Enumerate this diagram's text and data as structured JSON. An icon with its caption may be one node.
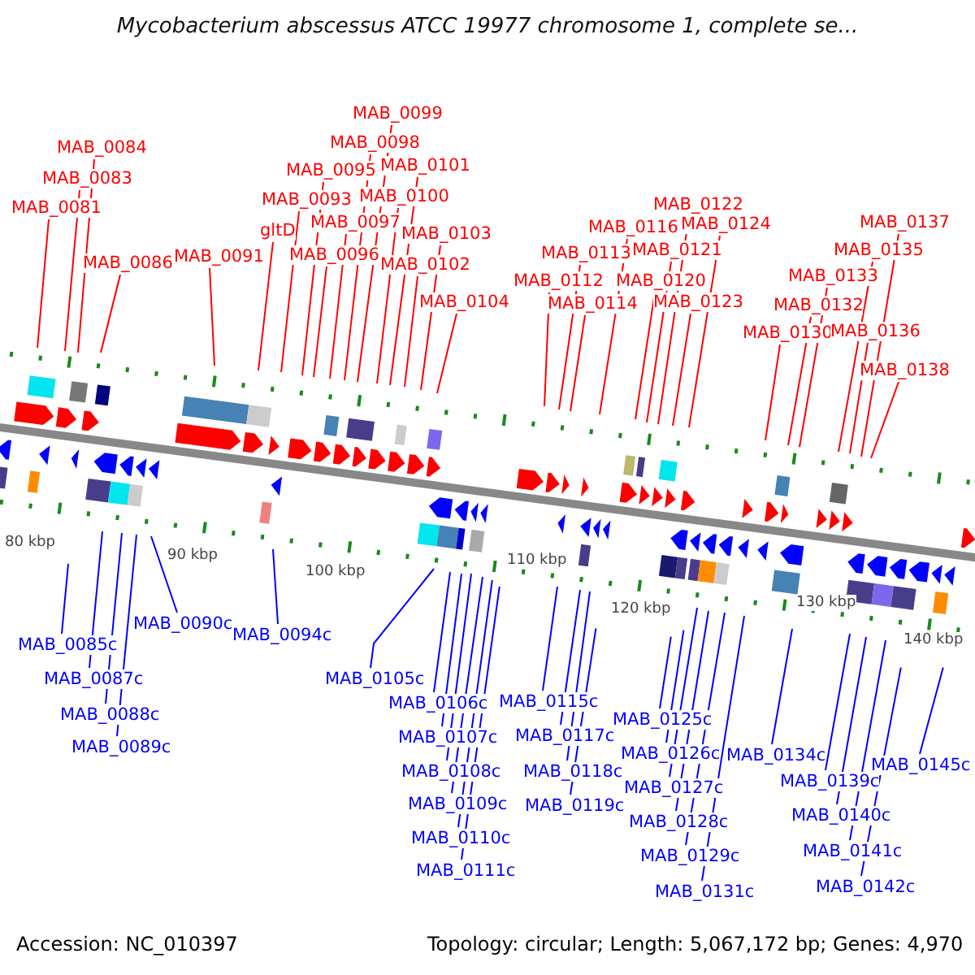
{
  "diagram": {
    "title": "Mycobacterium abscessus ATCC 19977 chromosome 1, complete se...",
    "nodes": [
      {
        "text": [
          "MAB_0081"
        ]
      },
      {
        "text": [
          "MAB_0083"
        ]
      },
      {
        "text": [
          "MAB_0084"
        ]
      },
      {
        "text": [
          "MAB_0086"
        ]
      },
      {
        "text": [
          "MAB_0091"
        ]
      },
      {
        "text": [
          "gltD"
        ]
      },
      {
        "text": [
          "MAB_0093"
        ]
      },
      {
        "text": [
          "MAB_0095"
        ]
      },
      {
        "text": [
          "MAB_0096"
        ]
      },
      {
        "text": [
          "MAB_0097"
        ]
      },
      {
        "text": [
          "MAB_0098"
        ]
      },
      {
        "text": [
          "MAB_0099"
        ]
      },
      {
        "text": [
          "MAB_0100"
        ]
      },
      {
        "text": [
          "MAB_0101"
        ]
      },
      {
        "text": [
          "MAB_0102"
        ]
      },
      {
        "text": [
          "MAB_0103"
        ]
      },
      {
        "text": [
          "MAB_0104"
        ]
      },
      {
        "text": [
          "MAB_0112"
        ]
      },
      {
        "text": [
          "MAB_0113"
        ]
      },
      {
        "text": [
          "MAB_0114"
        ]
      },
      {
        "text": [
          "MAB_0116"
        ]
      },
      {
        "text": [
          "MAB_0120"
        ]
      },
      {
        "text": [
          "MAB_0121"
        ]
      },
      {
        "text": [
          "MAB_0122"
        ]
      },
      {
        "text": [
          "MAB_0123"
        ]
      },
      {
        "text": [
          "MAB_0124"
        ]
      },
      {
        "text": [
          "MAB_0130"
        ]
      },
      {
        "text": [
          "MAB_0132"
        ]
      },
      {
        "text": [
          "MAB_0133"
        ]
      },
      {
        "text": [
          "MAB_0135"
        ]
      },
      {
        "text": [
          "MAB_0136"
        ]
      },
      {
        "text": [
          "MAB_0137"
        ]
      },
      {
        "text": [
          "MAB_0138"
        ]
      },
      {
        "text": [
          "MAB_0085c"
        ]
      },
      {
        "text": [
          "MAB_0087c"
        ]
      },
      {
        "text": [
          "MAB_0088c"
        ]
      },
      {
        "text": [
          "MAB_0089c"
        ]
      },
      {
        "text": [
          "MAB_0090c"
        ]
      },
      {
        "text": [
          "MAB_0094c"
        ]
      },
      {
        "text": [
          "MAB_0105c"
        ]
      },
      {
        "text": [
          "MAB_0106c"
        ]
      },
      {
        "text": [
          "MAB_0107c"
        ]
      },
      {
        "text": [
          "MAB_0108c"
        ]
      },
      {
        "text": [
          "MAB_0109c"
        ]
      },
      {
        "text": [
          "MAB_0110c"
        ]
      },
      {
        "text": [
          "MAB_0111c"
        ]
      },
      {
        "text": [
          "MAB_0115c"
        ]
      },
      {
        "text": [
          "MAB_0117c"
        ]
      },
      {
        "text": [
          "MAB_0118c"
        ]
      },
      {
        "text": [
          "MAB_0119c"
        ]
      },
      {
        "text": [
          "MAB_0125c"
        ]
      },
      {
        "text": [
          "MAB_0126c"
        ]
      },
      {
        "text": [
          "MAB_0127c"
        ]
      },
      {
        "text": [
          "MAB_0128c"
        ]
      },
      {
        "text": [
          "MAB_0129c"
        ]
      },
      {
        "text": [
          "MAB_0131c"
        ]
      },
      {
        "text": [
          "MAB_0134c"
        ]
      },
      {
        "text": [
          "MAB_0139c"
        ]
      },
      {
        "text": [
          "MAB_0140c"
        ]
      },
      {
        "text": [
          "MAB_0141c"
        ]
      },
      {
        "text": [
          "MAB_0142c"
        ]
      },
      {
        "text": [
          "MAB_0145c"
        ]
      }
    ],
    "edges": [
      {
        "from": 0,
        "to": null,
        "arrow": "none"
      },
      {
        "from": 1,
        "to": null,
        "arrow": "none"
      },
      {
        "from": 2,
        "to": null,
        "arrow": "none"
      },
      {
        "from": 3,
        "to": null,
        "arrow": "none"
      },
      {
        "from": 4,
        "to": null,
        "arrow": "none"
      },
      {
        "from": 5,
        "to": null,
        "arrow": "none"
      },
      {
        "from": 6,
        "to": null,
        "arrow": "none"
      },
      {
        "from": 7,
        "to": null,
        "arrow": "none"
      },
      {
        "from": 8,
        "to": null,
        "arrow": "none"
      },
      {
        "from": 9,
        "to": null,
        "arrow": "none"
      },
      {
        "from": 10,
        "to": null,
        "arrow": "none"
      },
      {
        "from": 11,
        "to": null,
        "arrow": "none"
      },
      {
        "from": 12,
        "to": null,
        "arrow": "none"
      },
      {
        "from": 13,
        "to": null,
        "arrow": "none"
      },
      {
        "from": 14,
        "to": null,
        "arrow": "none"
      },
      {
        "from": 15,
        "to": null,
        "arrow": "none"
      },
      {
        "from": 16,
        "to": null,
        "arrow": "none"
      },
      {
        "from": 17,
        "to": null,
        "arrow": "none"
      },
      {
        "from": 18,
        "to": null,
        "arrow": "none"
      },
      {
        "from": 19,
        "to": null,
        "arrow": "none"
      },
      {
        "from": 20,
        "to": null,
        "arrow": "none"
      },
      {
        "from": 21,
        "to": null,
        "arrow": "none"
      },
      {
        "from": 22,
        "to": null,
        "arrow": "none"
      },
      {
        "from": 23,
        "to": null,
        "arrow": "none"
      },
      {
        "from": 24,
        "to": null,
        "arrow": "none"
      },
      {
        "from": 25,
        "to": null,
        "arrow": "none"
      },
      {
        "from": 26,
        "to": null,
        "arrow": "none"
      },
      {
        "from": 27,
        "to": null,
        "arrow": "none"
      },
      {
        "from": 28,
        "to": null,
        "arrow": "none"
      },
      {
        "from": 29,
        "to": null,
        "arrow": "none"
      },
      {
        "from": 30,
        "to": null,
        "arrow": "none"
      },
      {
        "from": 31,
        "to": null,
        "arrow": "none"
      },
      {
        "from": 32,
        "to": null,
        "arrow": "none"
      },
      {
        "from": 33,
        "to": null,
        "arrow": "none",
        "color": "#0000ff"
      },
      {
        "from": 34,
        "to": null,
        "arrow": "none",
        "color": "#0000ff"
      },
      {
        "from": 35,
        "to": null,
        "arrow": "none",
        "color": "#0000ff"
      },
      {
        "from": 36,
        "to": null,
        "arrow": "none",
        "color": "#0000ff"
      },
      {
        "from": 37,
        "to": null,
        "arrow": "none",
        "color": "#0000ff"
      },
      {
        "from": 38,
        "to": null,
        "arrow": "none",
        "color": "#0000ff"
      },
      {
        "from": 39,
        "to": null,
        "arrow": "none",
        "color": "#0000ff"
      },
      {
        "from": 40,
        "to": null,
        "arrow": "none",
        "color": "#0000ff"
      },
      {
        "from": 41,
        "to": null,
        "arrow": "none",
        "color": "#0000ff"
      },
      {
        "from": 42,
        "to": null,
        "arrow": "none",
        "color": "#0000ff"
      },
      {
        "from": 43,
        "to": null,
        "arrow": "none",
        "color": "#0000ff"
      },
      {
        "from": 44,
        "to": null,
        "arrow": "none",
        "color": "#0000ff"
      },
      {
        "from": 45,
        "to": null,
        "arrow": "none",
        "color": "#0000ff"
      },
      {
        "from": 46,
        "to": null,
        "arrow": "none",
        "color": "#0000ff"
      },
      {
        "from": 47,
        "to": null,
        "arrow": "none",
        "color": "#0000ff"
      },
      {
        "from": 48,
        "to": null,
        "arrow": "none",
        "color": "#0000ff"
      },
      {
        "from": 49,
        "to": null,
        "arrow": "none",
        "color": "#0000ff"
      },
      {
        "from": 50,
        "to": null,
        "arrow": "none",
        "color": "#0000ff"
      },
      {
        "from": 51,
        "to": null,
        "arrow": "none",
        "color": "#0000ff"
      },
      {
        "from": 52,
        "to": null,
        "arrow": "none",
        "color": "#0000ff"
      },
      {
        "from": 53,
        "to": null,
        "arrow": "none",
        "color": "#0000ff"
      },
      {
        "from": 54,
        "to": null,
        "arrow": "none",
        "color": "#0000ff"
      },
      {
        "from": 55,
        "to": null,
        "arrow": "none",
        "color": "#0000ff"
      },
      {
        "from": 56,
        "to": null,
        "arrow": "none",
        "color": "#0000ff"
      },
      {
        "from": 57,
        "to": null,
        "arrow": "none",
        "color": "#0000ff"
      },
      {
        "from": 58,
        "to": null,
        "arrow": "none",
        "color": "#0000ff"
      },
      {
        "from": 59,
        "to": null,
        "arrow": "none",
        "color": "#0000ff"
      },
      {
        "from": 60,
        "to": null,
        "arrow": "none",
        "color": "#0000ff"
      },
      {
        "from": 61,
        "to": null,
        "arrow": "none",
        "color": "#0000ff"
      }
    ],
    "labels": [
      "80 kbp",
      "90 kbp",
      "100 kbp",
      "110 kbp",
      "120 kbp",
      "130 kbp",
      "140 kbp",
      "Accession: NC_010397",
      "Topology: circular; Length: 5,067,172 bp; Genes: 4,970"
    ]
  }
}
